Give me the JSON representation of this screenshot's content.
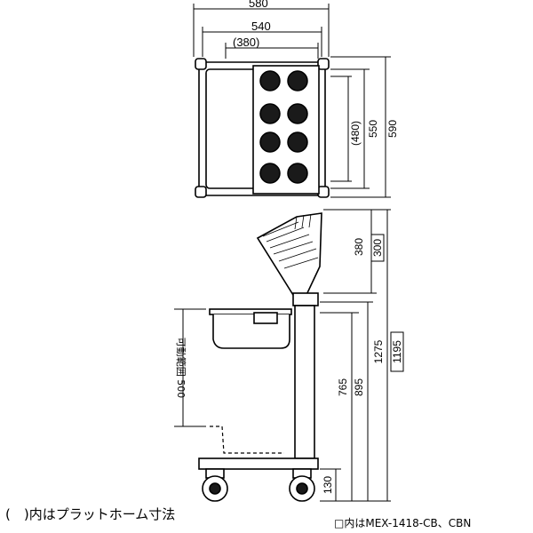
{
  "top_view": {
    "width_overall": "580",
    "width_inner": "540",
    "width_platform": "(380)",
    "depth_overall": "590",
    "depth_inner": "550",
    "depth_platform": "(480)"
  },
  "side_view": {
    "basket_height": "380",
    "basket_height_alt": "300",
    "total_height": "1275",
    "total_height_alt": "1195",
    "upper_height": "895",
    "lower_height": "765",
    "base_height": "130",
    "movable_range": "可動範囲 500"
  },
  "notes": {
    "parentheses": "(　)内はプラットホーム寸法",
    "boxed": "□内はMEX-1418-CB、CBN"
  },
  "colors": {
    "line": "#000000",
    "fill": "#1a1a1a"
  }
}
